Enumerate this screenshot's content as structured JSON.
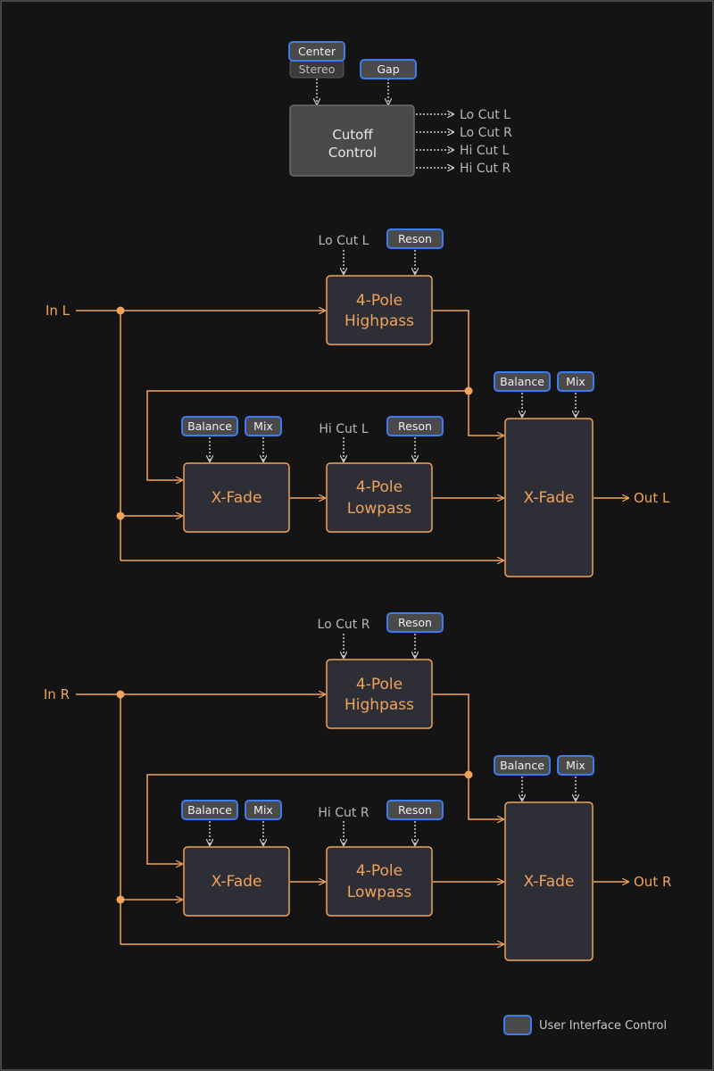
{
  "cutoff": {
    "controls": {
      "center": "Center",
      "stereo": "Stereo",
      "gap": "Gap"
    },
    "block": {
      "line1": "Cutoff",
      "line2": "Control"
    },
    "outputs": [
      "Lo Cut L",
      "Lo Cut R",
      "Hi Cut L",
      "Hi Cut R"
    ]
  },
  "channels": [
    {
      "input": "In L",
      "output": "Out L",
      "lo_cut": "Lo Cut L",
      "hi_cut": "Hi Cut L",
      "reson": "Reson",
      "balance": "Balance",
      "mix": "Mix",
      "highpass": {
        "line1": "4-Pole",
        "line2": "Highpass"
      },
      "lowpass": {
        "line1": "4-Pole",
        "line2": "Lowpass"
      },
      "xfade": "X-Fade"
    },
    {
      "input": "In R",
      "output": "Out R",
      "lo_cut": "Lo Cut R",
      "hi_cut": "Hi Cut R",
      "reson": "Reson",
      "balance": "Balance",
      "mix": "Mix",
      "highpass": {
        "line1": "4-Pole",
        "line2": "Highpass"
      },
      "lowpass": {
        "line1": "4-Pole",
        "line2": "Lowpass"
      },
      "xfade": "X-Fade"
    }
  ],
  "legend": {
    "label": "User Interface Control"
  },
  "colors": {
    "background": "#141414",
    "signal": "#f0a35a",
    "control_border": "#3d7bf0",
    "modulation": "#cfcfcf"
  }
}
